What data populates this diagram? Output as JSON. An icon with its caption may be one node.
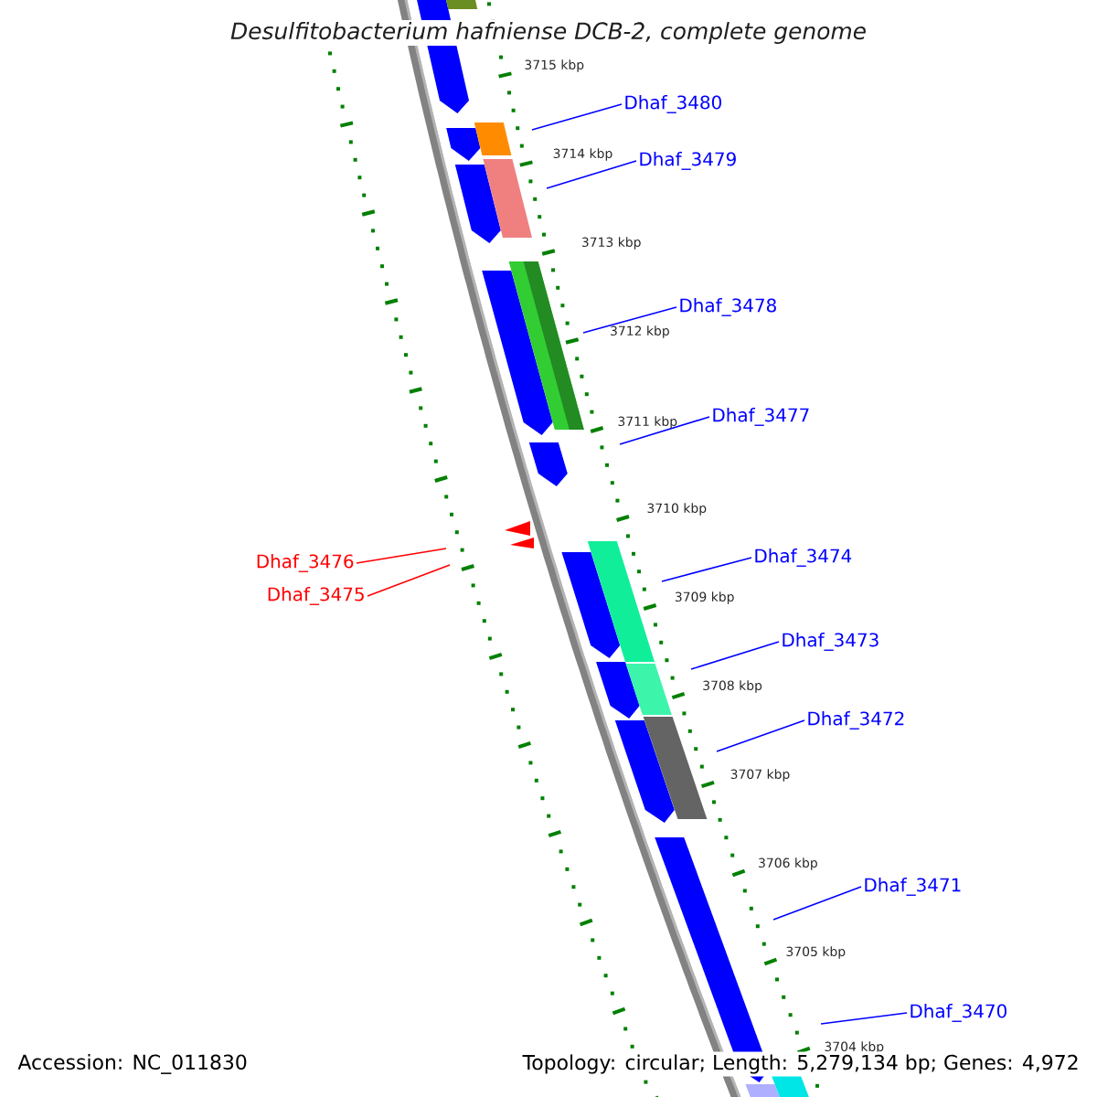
{
  "diagram": {
    "title": "Desulfitobacterium hafniense DCB-2, complete genome",
    "nodes": [
      {
        "text": [
          "Dhaf_3480"
        ]
      },
      {
        "text": [
          "Dhaf_3479"
        ]
      },
      {
        "text": [
          "Dhaf_3478"
        ]
      },
      {
        "text": [
          "Dhaf_3477"
        ]
      },
      {
        "text": [
          "Dhaf_3476"
        ]
      },
      {
        "text": [
          "Dhaf_3475"
        ]
      },
      {
        "text": [
          "Dhaf_3474"
        ]
      },
      {
        "text": [
          "Dhaf_3473"
        ]
      },
      {
        "text": [
          "Dhaf_3472"
        ]
      },
      {
        "text": [
          "Dhaf_3471"
        ]
      },
      {
        "text": [
          "Dhaf_3470"
        ]
      }
    ],
    "edges": [
      {
        "from": 0,
        "to": null,
        "arrow": "none"
      },
      {
        "from": 1,
        "to": null,
        "arrow": "none"
      },
      {
        "from": 2,
        "to": null,
        "arrow": "none"
      },
      {
        "from": 3,
        "to": null,
        "arrow": "none"
      },
      {
        "from": 4,
        "to": null,
        "arrow": "none",
        "color": "#ff0000"
      },
      {
        "from": 5,
        "to": null,
        "arrow": "none",
        "color": "#ff0000"
      },
      {
        "from": 6,
        "to": null,
        "arrow": "none"
      },
      {
        "from": 7,
        "to": null,
        "arrow": "none"
      },
      {
        "from": 8,
        "to": null,
        "arrow": "none"
      },
      {
        "from": 9,
        "to": null,
        "arrow": "none"
      },
      {
        "from": 10,
        "to": null,
        "arrow": "none"
      }
    ],
    "labels": [
      "3715 kbp",
      "3714 kbp",
      "3713 kbp",
      "3712 kbp",
      "3711 kbp",
      "3710 kbp",
      "3709 kbp",
      "3708 kbp",
      "3707 kbp",
      "3706 kbp",
      "3705 kbp",
      "3704 kbp",
      "Accession: NC_011830",
      "Topology: circular; Length: 5,279,134 bp; Genes: 4,972"
    ]
  }
}
